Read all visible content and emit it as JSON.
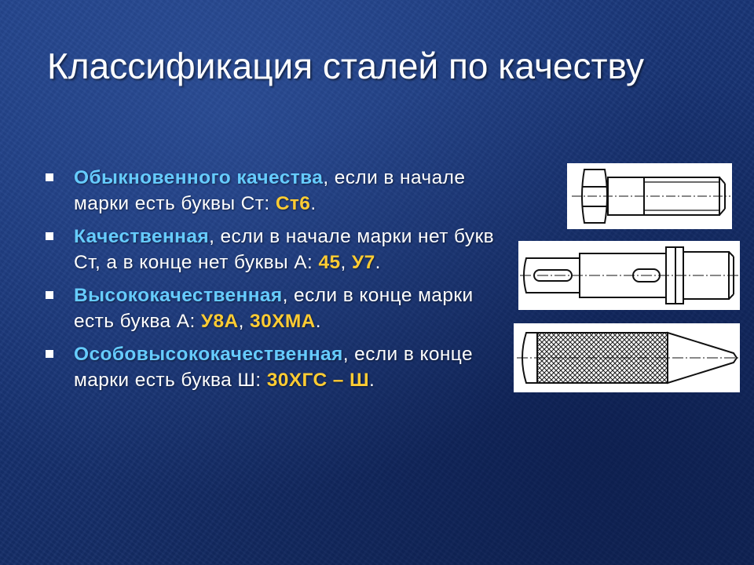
{
  "slide": {
    "title": "Классификация сталей по качеству",
    "colors": {
      "term": "#66ccff",
      "grade": "#ffcc33",
      "text": "#ffffff",
      "background": "#1a3578"
    },
    "bullets": [
      {
        "term": "Обыкновенного качества",
        "t1": ", если в начале марки есть буквы Ст: ",
        "g1": "Ст6",
        "t2": "."
      },
      {
        "term": "Качественная",
        "t1": ", если в начале марки нет букв Ст, а в конце нет буквы А: ",
        "g1": "45",
        "sep": ", ",
        "g2": "У7",
        "t2": "."
      },
      {
        "term": "Высококачественная",
        "t1": ", если в конце марки есть буква А: ",
        "g1": "У8А",
        "sep": ", ",
        "g2": "30ХМА",
        "t2": "."
      },
      {
        "term": "Особовысококачественная",
        "t1": ", если в конце марки есть буква Ш: ",
        "g1": "30ХГС – Ш",
        "t2": "."
      }
    ],
    "figures": [
      {
        "icon": "bolt-drawing-icon"
      },
      {
        "icon": "shaft-drawing-icon"
      },
      {
        "icon": "knurled-pin-drawing-icon"
      }
    ]
  }
}
